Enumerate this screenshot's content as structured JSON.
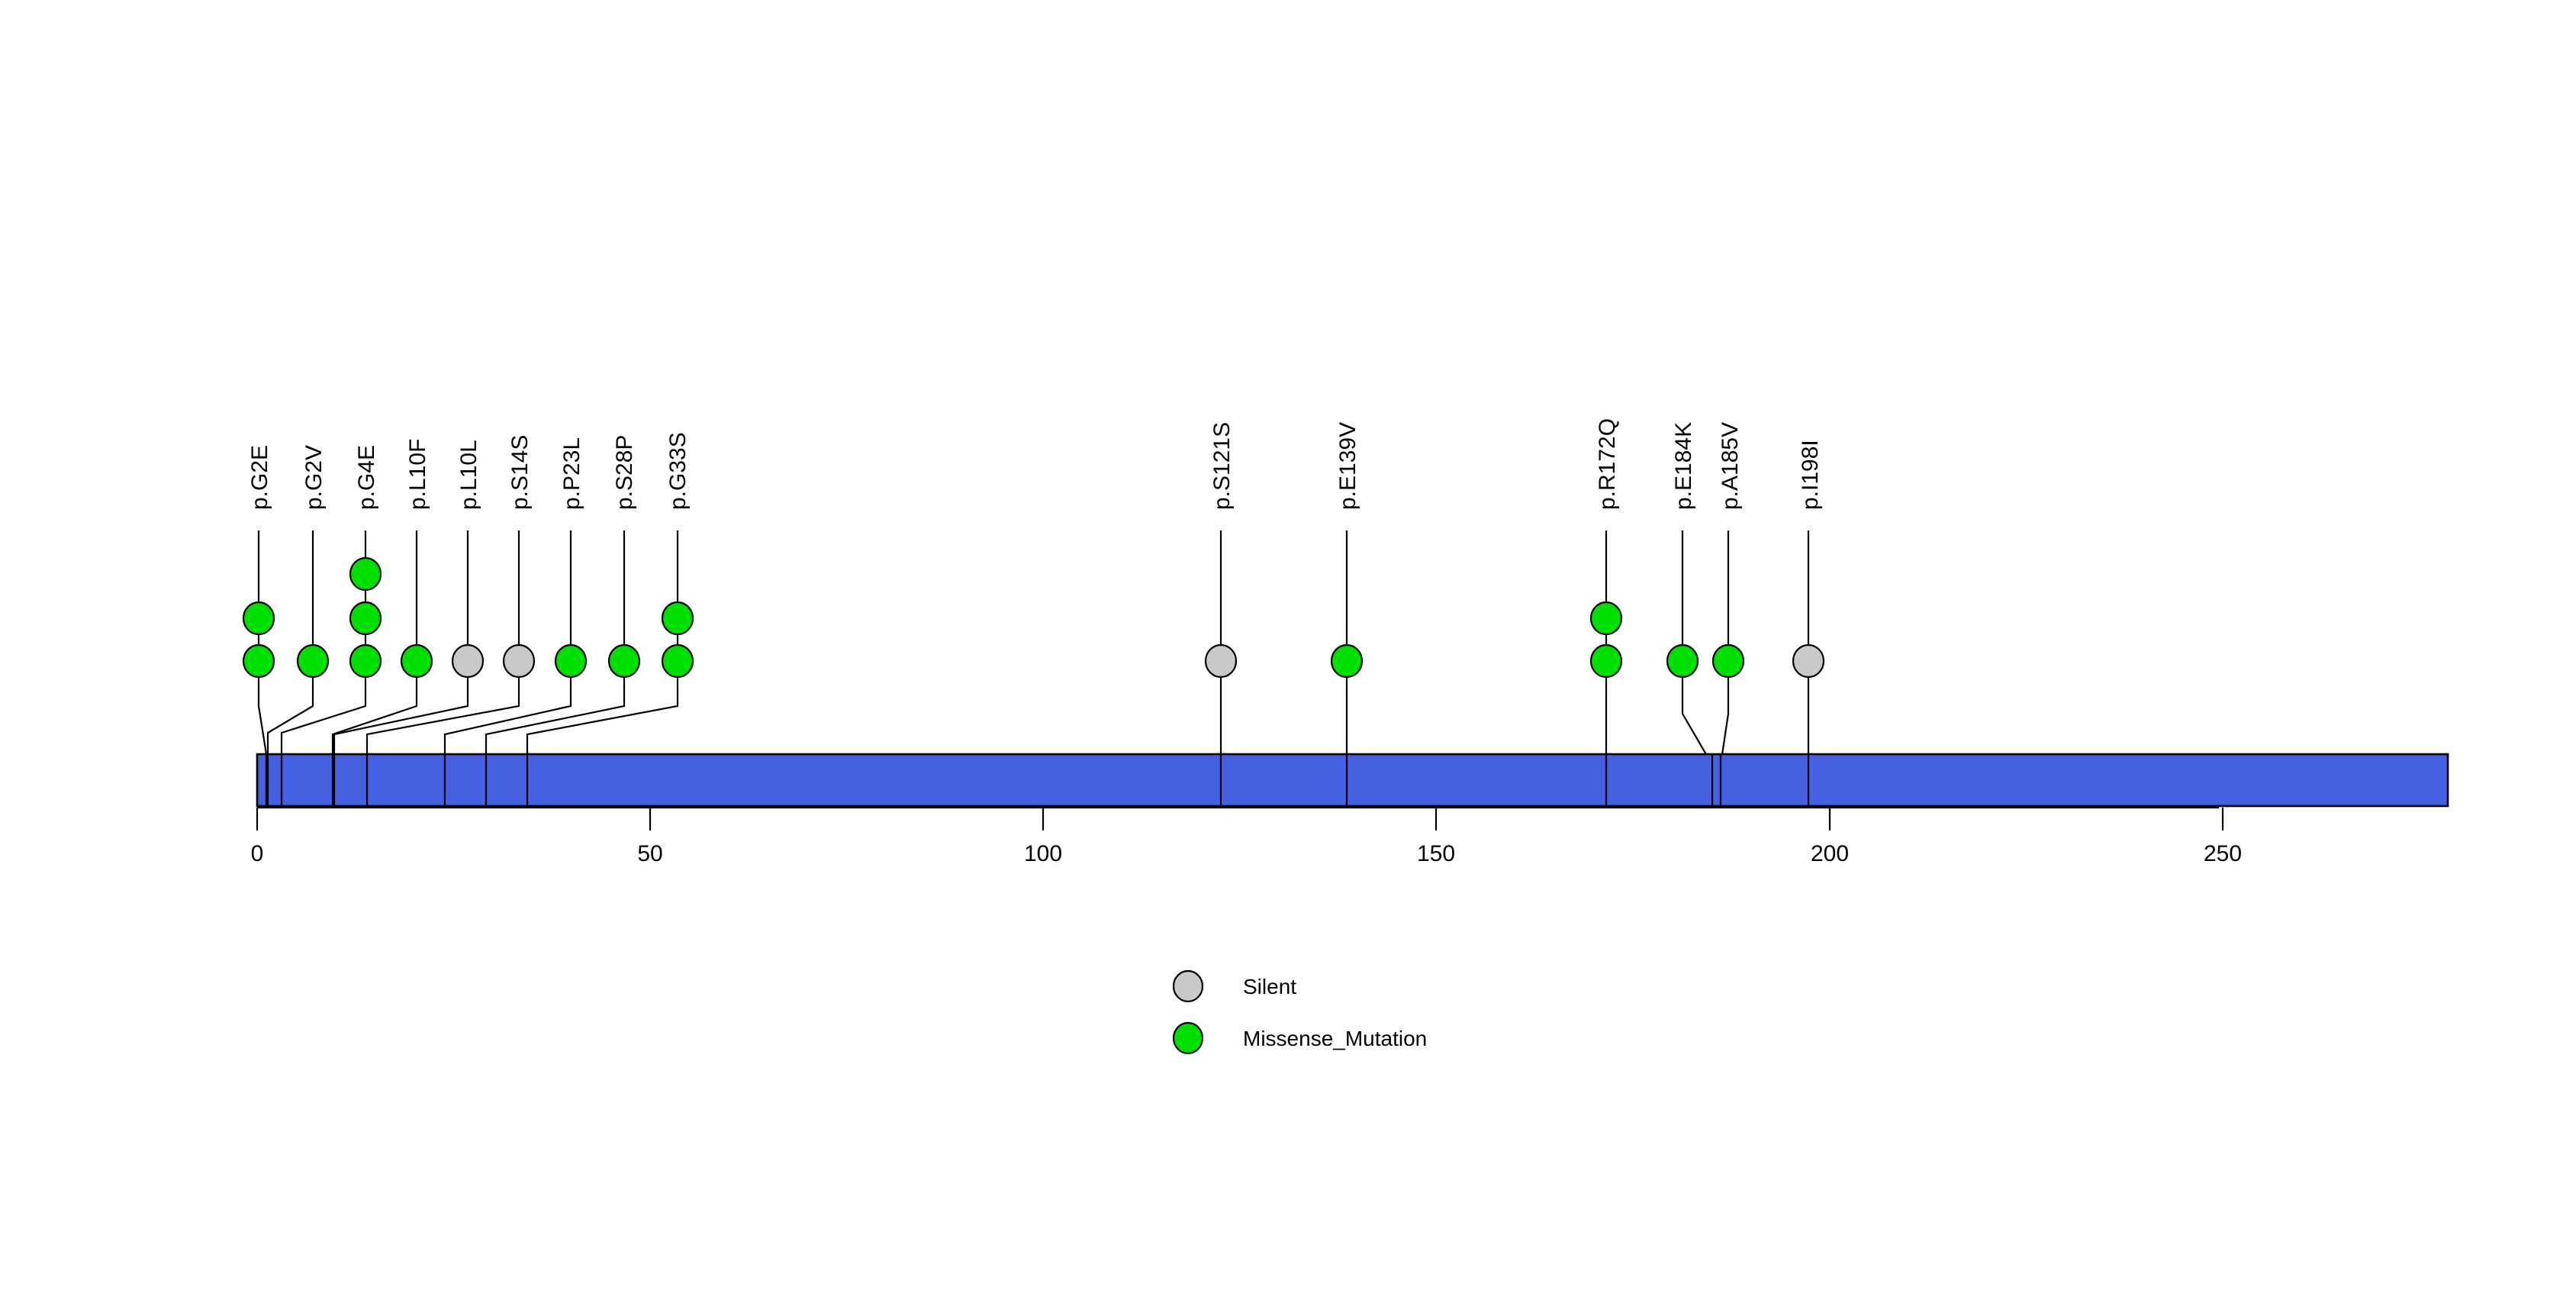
{
  "chart_data": {
    "type": "lollipop",
    "title": "",
    "xlabel": "",
    "ylabel": "",
    "xlim": [
      0,
      278
    ],
    "protein_length": 278,
    "grid": false,
    "axis_ticks": [
      0,
      50,
      100,
      150,
      200,
      250
    ],
    "tick_labels": [
      "0",
      "50",
      "100",
      "150",
      "200",
      "250"
    ],
    "domain": {
      "name": "protein-backbone",
      "start": 0,
      "end": 278,
      "color": "#4560E0"
    },
    "legend": {
      "position": "bottom-center",
      "entries": [
        {
          "label": "Silent",
          "color": "#C9C9C9"
        },
        {
          "label": "Missense_Mutation",
          "color": "#00E000"
        }
      ]
    },
    "mutations": [
      {
        "label": "p.G2E",
        "position": 2,
        "count": 2,
        "type": "Missense_Mutation",
        "color": "#00E000"
      },
      {
        "label": "p.G2V",
        "position": 2,
        "count": 1,
        "type": "Missense_Mutation",
        "color": "#00E000"
      },
      {
        "label": "p.G4E",
        "position": 4,
        "count": 3,
        "type": "Missense_Mutation",
        "color": "#00E000"
      },
      {
        "label": "p.L10F",
        "position": 10,
        "count": 1,
        "type": "Missense_Mutation",
        "color": "#00E000"
      },
      {
        "label": "p.L10L",
        "position": 10,
        "count": 1,
        "type": "Silent",
        "color": "#C9C9C9"
      },
      {
        "label": "p.S14S",
        "position": 14,
        "count": 1,
        "type": "Silent",
        "color": "#C9C9C9"
      },
      {
        "label": "p.P23L",
        "position": 23,
        "count": 1,
        "type": "Missense_Mutation",
        "color": "#00E000"
      },
      {
        "label": "p.S28P",
        "position": 28,
        "count": 1,
        "type": "Missense_Mutation",
        "color": "#00E000"
      },
      {
        "label": "p.G33S",
        "position": 33,
        "count": 2,
        "type": "Missense_Mutation",
        "color": "#00E000"
      },
      {
        "label": "p.S121S",
        "position": 121,
        "count": 1,
        "type": "Silent",
        "color": "#C9C9C9"
      },
      {
        "label": "p.E139V",
        "position": 139,
        "count": 1,
        "type": "Missense_Mutation",
        "color": "#00E000"
      },
      {
        "label": "p.R172Q",
        "position": 172,
        "count": 2,
        "type": "Missense_Mutation",
        "color": "#00E000"
      },
      {
        "label": "p.E184K",
        "position": 184,
        "count": 1,
        "type": "Missense_Mutation",
        "color": "#00E000"
      },
      {
        "label": "p.A185V",
        "position": 185,
        "count": 1,
        "type": "Missense_Mutation",
        "color": "#00E000"
      },
      {
        "label": "p.I198I",
        "position": 198,
        "count": 1,
        "type": "Silent",
        "color": "#C9C9C9"
      }
    ]
  },
  "labels": {
    "m0": "p.G2E",
    "m1": "p.G2V",
    "m2": "p.G4E",
    "m3": "p.L10F",
    "m4": "p.L10L",
    "m5": "p.S14S",
    "m6": "p.P23L",
    "m7": "p.S28P",
    "m8": "p.G33S",
    "m9": "p.S121S",
    "m10": "p.E139V",
    "m11": "p.R172Q",
    "m12": "p.E184K",
    "m13": "p.A185V",
    "m14": "p.I198I"
  },
  "ticks": {
    "t0": "0",
    "t1": "50",
    "t2": "100",
    "t3": "150",
    "t4": "200",
    "t5": "250"
  },
  "legend": {
    "silent": "Silent",
    "missense": "Missense_Mutation"
  }
}
